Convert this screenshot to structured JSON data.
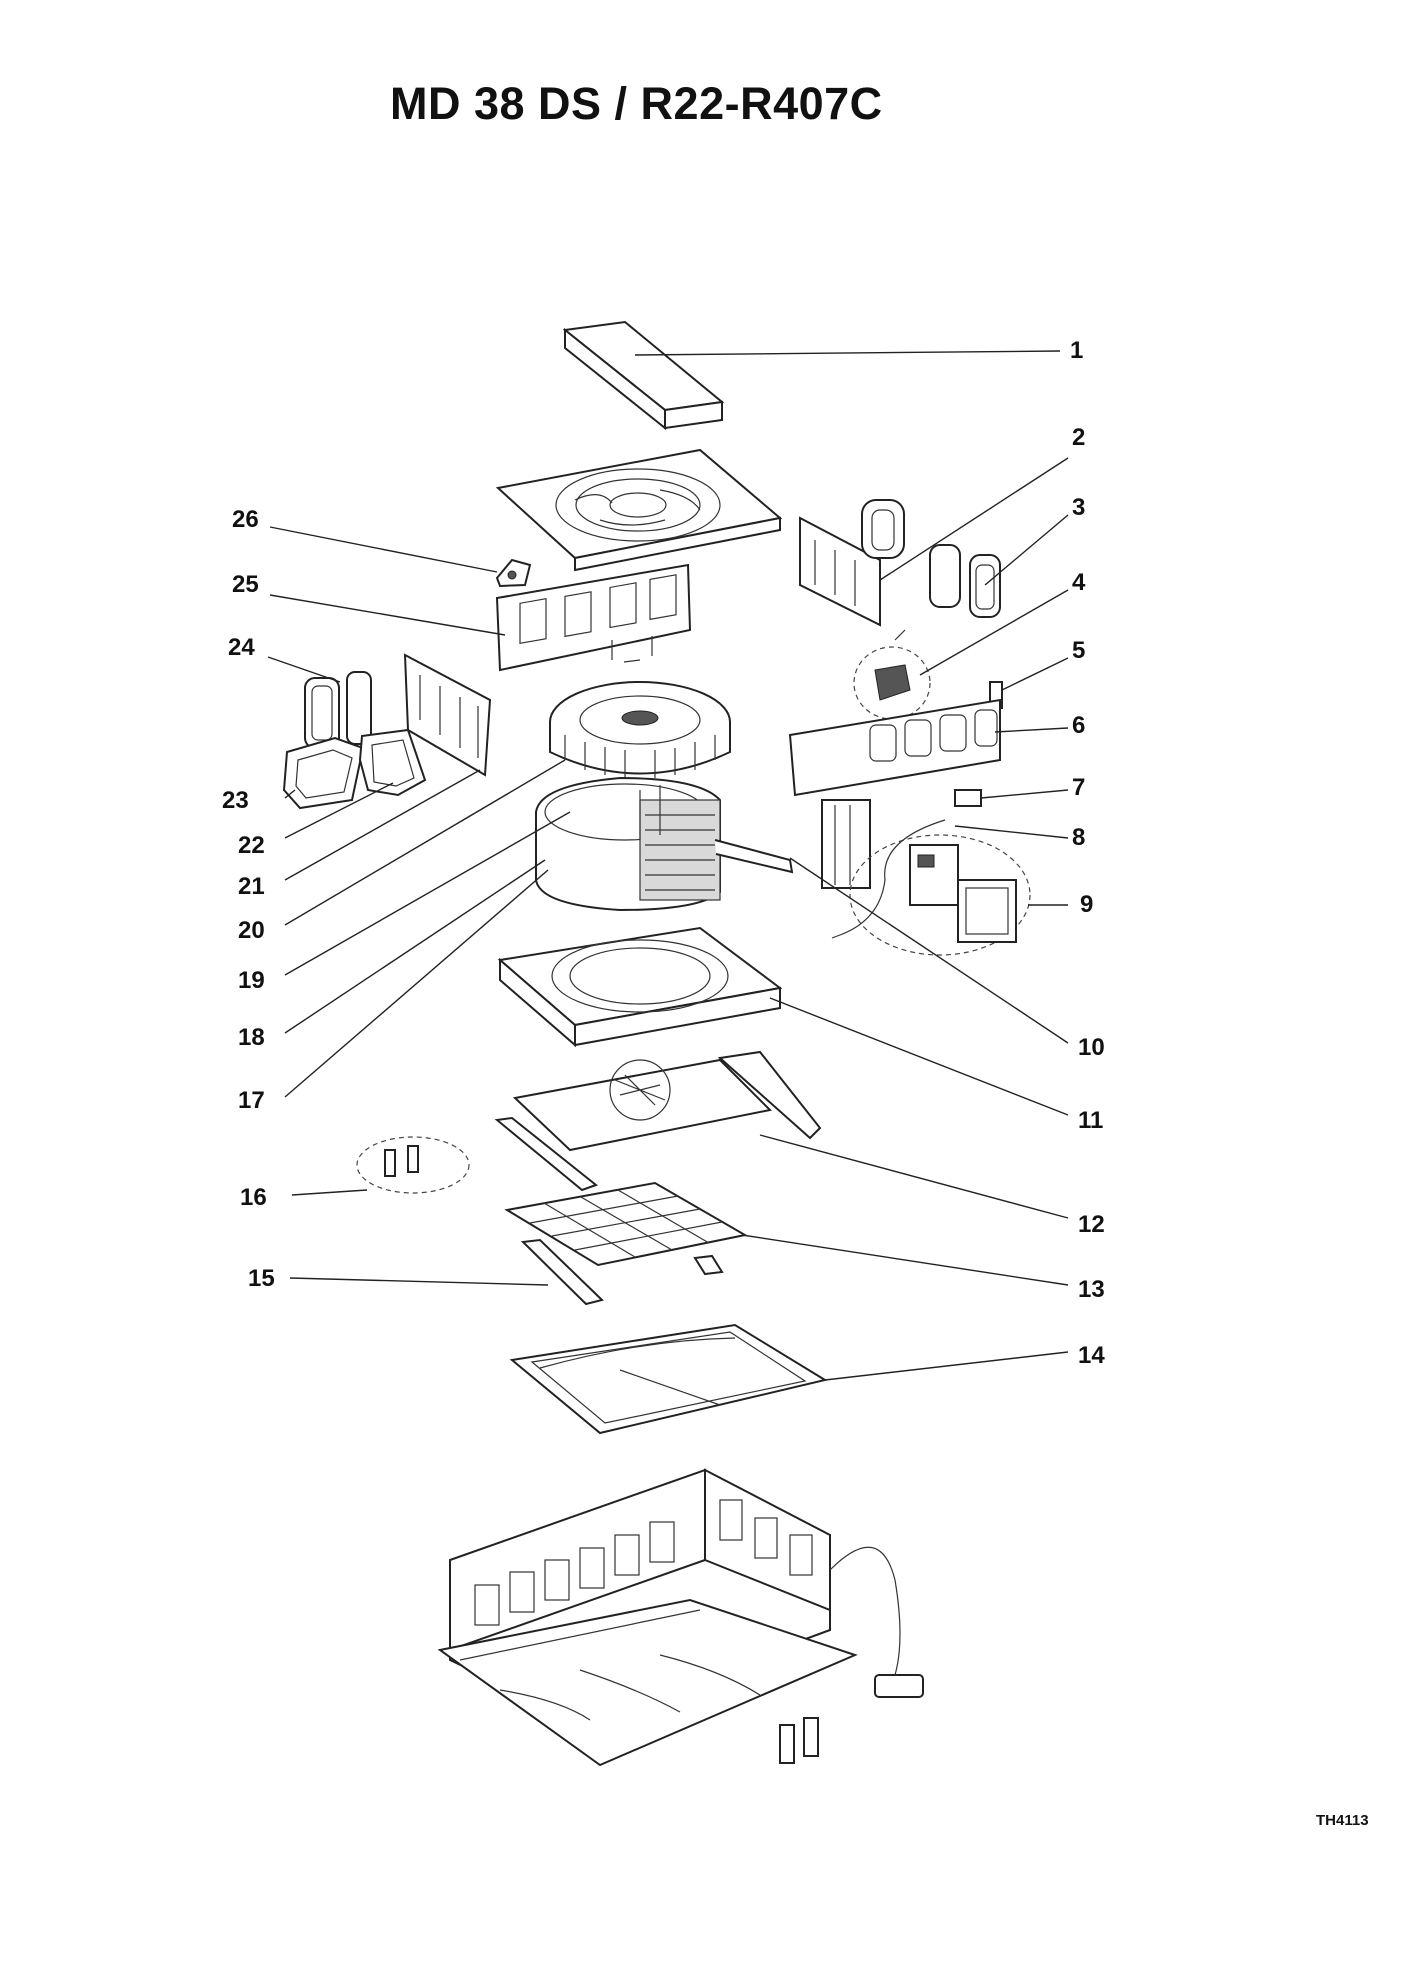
{
  "title": "MD 38 DS / R22-R407C",
  "doc_id": "TH4113",
  "callouts": [
    "1",
    "2",
    "3",
    "4",
    "5",
    "6",
    "7",
    "8",
    "9",
    "10",
    "11",
    "12",
    "13",
    "14",
    "15",
    "16",
    "17",
    "18",
    "19",
    "20",
    "21",
    "22",
    "23",
    "24",
    "25",
    "26"
  ]
}
